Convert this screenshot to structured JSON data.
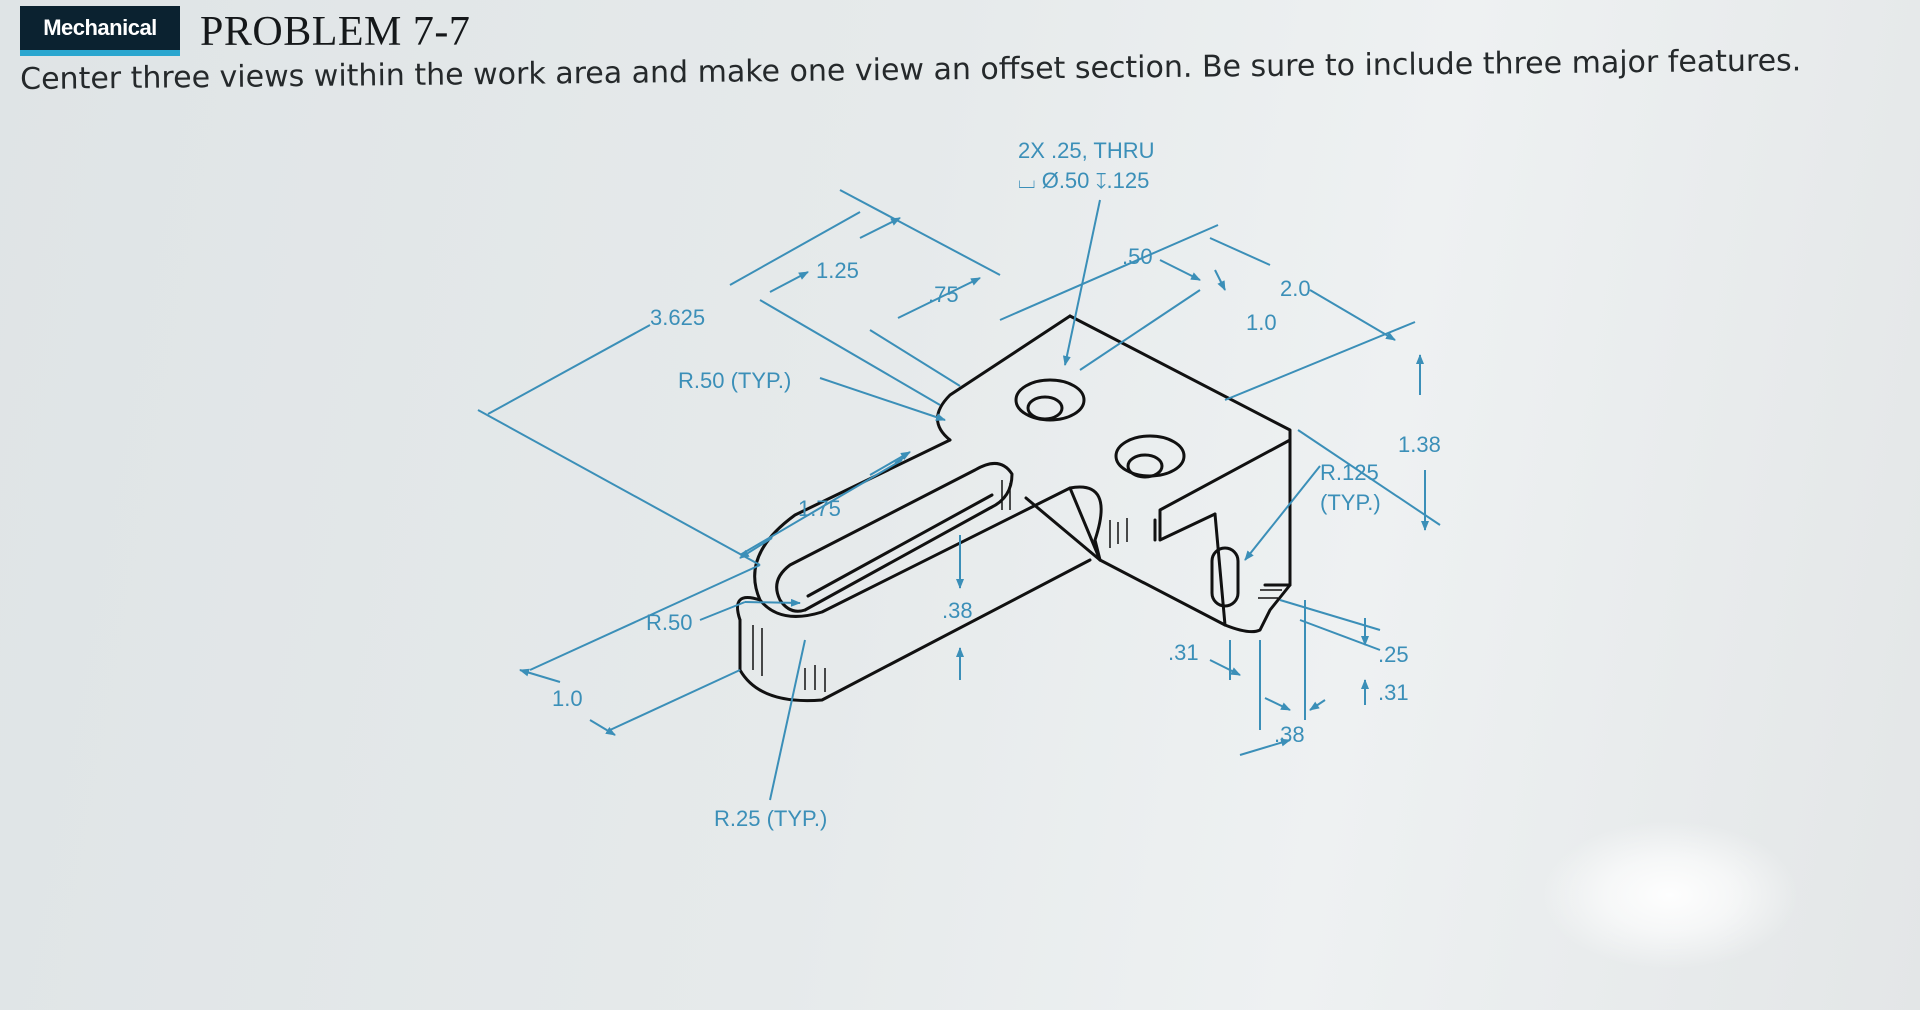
{
  "header": {
    "badge": "Mechanical",
    "title": "PROBLEM 7-7",
    "instruction": "Center three views within the work area and make one view an offset section. Be sure to include three major features."
  },
  "drawing": {
    "callouts": {
      "hole_spec_line1": "2X .25, THRU",
      "hole_spec_line2": "⌴ Ø.50 ↧.125",
      "r50_typ": "R.50 (TYP.)",
      "r125": "R.125",
      "typ": "(TYP.)",
      "r25_typ": "R.25 (TYP.)",
      "r50": "R.50"
    },
    "dimensions": {
      "d3625": "3.625",
      "d125": "1.25",
      "d75": ".75",
      "d50": ".50",
      "d20": "2.0",
      "d10_top": "1.0",
      "d138": "1.38",
      "d175": "1.75",
      "d38_slot": ".38",
      "d10_left": "1.0",
      "d31_a": ".31",
      "d25": ".25",
      "d31_b": ".31",
      "d38_bottom": ".38"
    },
    "colors": {
      "dimension": "#3b8fb8",
      "outline": "#111111",
      "badge_bg": "#0b2230",
      "badge_accent": "#2aa6cf"
    }
  }
}
